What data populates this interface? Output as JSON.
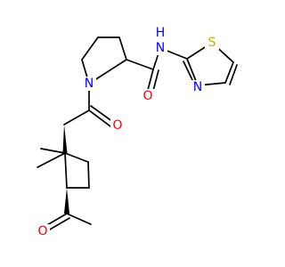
{
  "atoms": {
    "pyrrolidine_n": {
      "text": "N",
      "color": "#0000ff"
    },
    "amide_o": {
      "text": "O",
      "color": "#ff0000"
    },
    "amide_nh_n": {
      "text": "N",
      "color": "#0000ff"
    },
    "amide_nh_h": {
      "text": "H",
      "color": "#0000ff"
    },
    "thiazole_s": {
      "text": "S",
      "color": "#b8b800"
    },
    "thiazole_n": {
      "text": "N",
      "color": "#0000ff"
    },
    "acyl_o": {
      "text": "O",
      "color": "#ff0000"
    },
    "acetyl_o": {
      "text": "O",
      "color": "#ff0000"
    }
  }
}
